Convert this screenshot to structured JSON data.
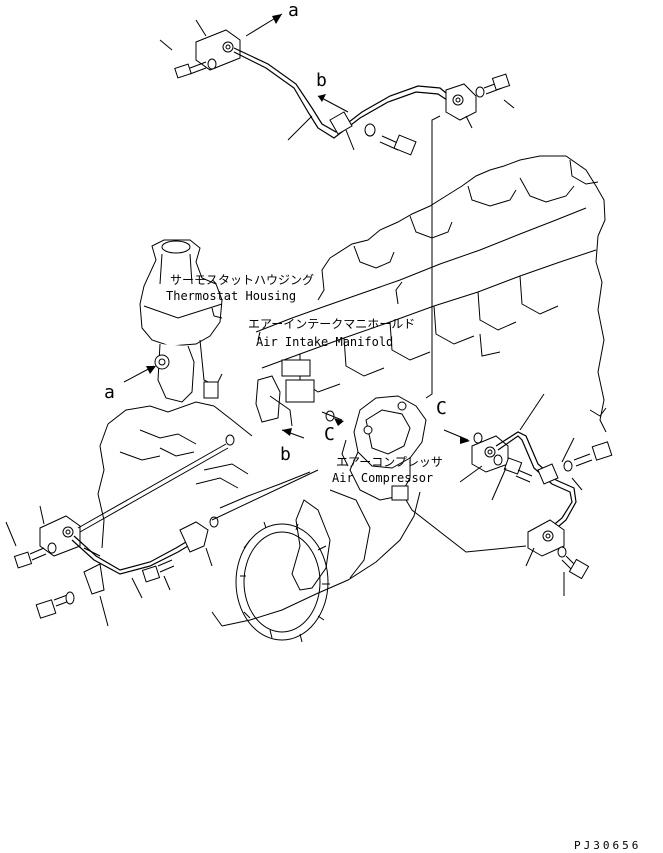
{
  "labels": {
    "thermostat_jp": "サーモスタットハウジング",
    "thermostat_en": "Thermostat Housing",
    "manifold_jp": "エアーインテークマニホールド",
    "manifold_en": "Air Intake Manifold",
    "compressor_jp": "エアーコンプレッサ",
    "compressor_en": "Air Compressor"
  },
  "refs": {
    "a_top": "a",
    "b_top": "b",
    "a_left": "a",
    "b_mid": "b",
    "c_mid": "C",
    "c_right": "C"
  },
  "drawing_code": "PJ30656"
}
